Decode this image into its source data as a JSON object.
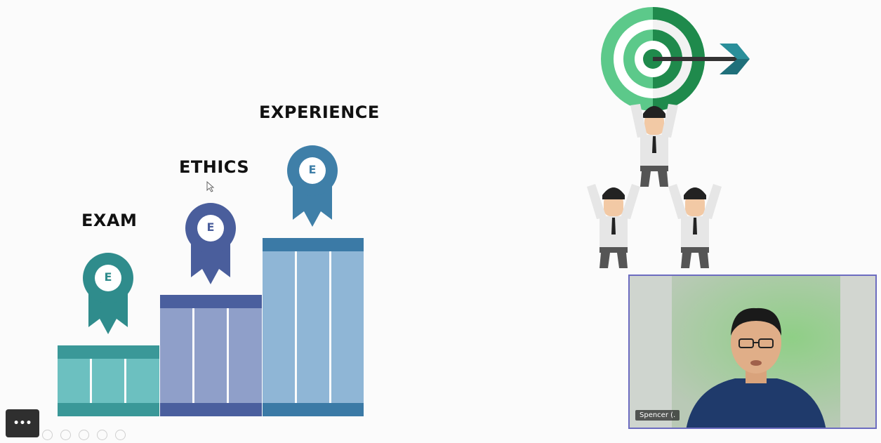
{
  "slide": {
    "steps": [
      {
        "label": "EXAM",
        "badge_letter": "E",
        "badge_color": "#2f8c8c",
        "top_color": "#3a9898",
        "body_color": "#6cc0c0"
      },
      {
        "label": "ETHICS",
        "badge_letter": "E",
        "badge_color": "#4a5e9c",
        "top_color": "#4a5f9e",
        "body_color": "#8f9fc9"
      },
      {
        "label": "EXPERIENCE",
        "badge_letter": "E",
        "badge_color": "#3f7fa8",
        "top_color": "#3b7aa6",
        "body_color": "#8fb6d6"
      }
    ]
  },
  "video": {
    "participant_name": "Spencer (."
  },
  "toolbar": {
    "more_label": "•••",
    "icons": [
      "pen-icon",
      "copy-icon",
      "zoom-icon",
      "grid-icon",
      "more-dots-icon"
    ]
  },
  "colors": {
    "target_dark": "#1f8a4c",
    "target_light": "#5cc98a",
    "video_border": "#6c6cc0"
  }
}
